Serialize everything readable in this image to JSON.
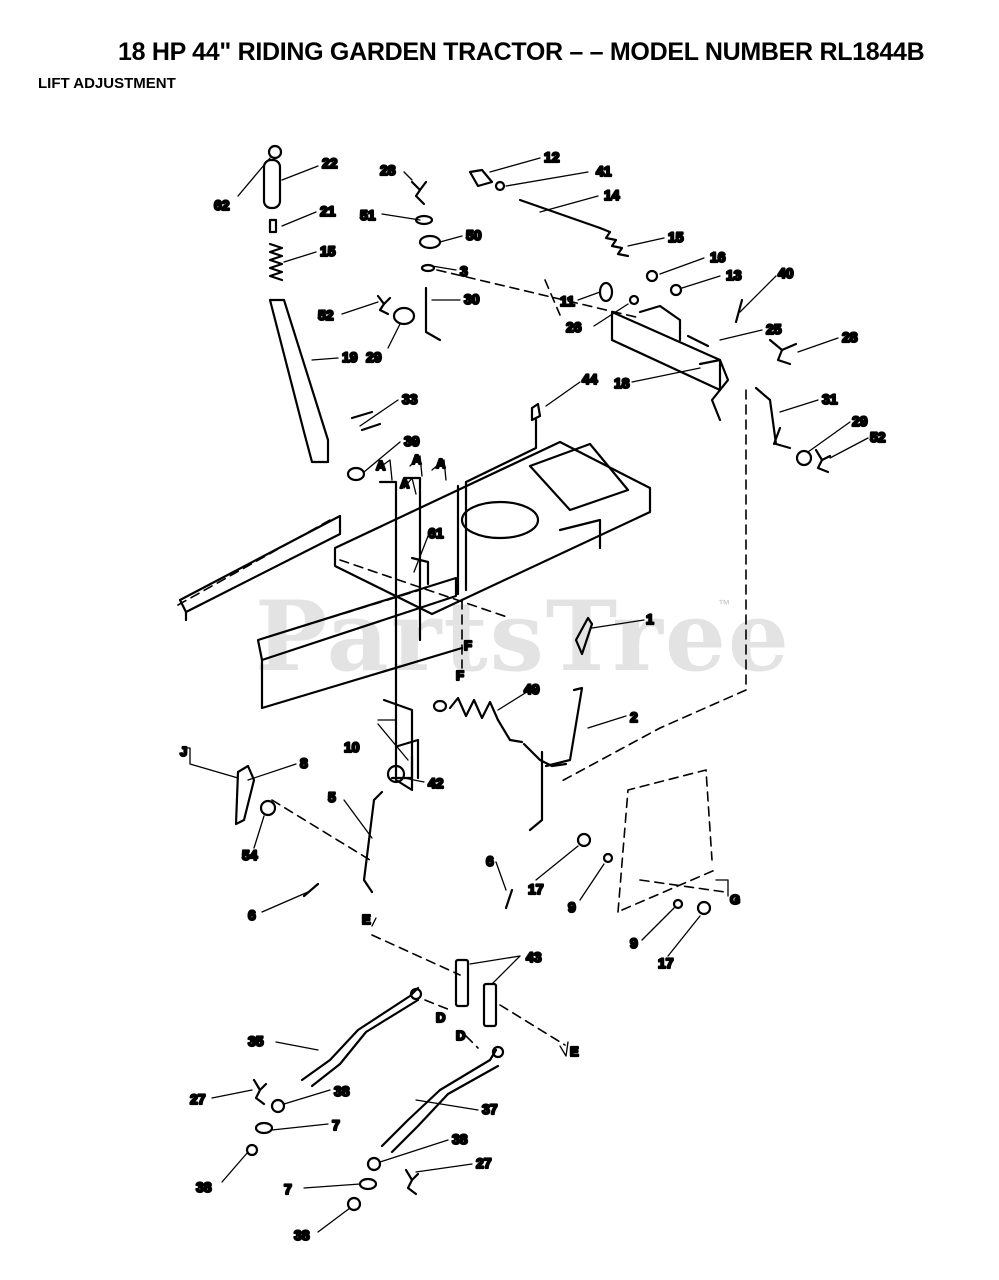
{
  "header": {
    "title": "18 HP 44\" RIDING GARDEN TRACTOR – – MODEL NUMBER RL1844B",
    "subtitle": "LIFT ADJUSTMENT"
  },
  "watermark": {
    "text": "PartsTree",
    "mark": "™"
  },
  "callouts": [
    "62",
    "22",
    "21",
    "15",
    "19",
    "52",
    "29",
    "28",
    "51",
    "50",
    "3",
    "30",
    "12",
    "41",
    "14",
    "15",
    "16",
    "13",
    "40",
    "11",
    "26",
    "25",
    "18",
    "28",
    "31",
    "29",
    "52",
    "44",
    "33",
    "39",
    "61",
    "1",
    "2",
    "49",
    "10",
    "8",
    "54",
    "5",
    "42",
    "6",
    "6",
    "17",
    "9",
    "9",
    "17",
    "43",
    "35",
    "27",
    "38",
    "7",
    "38",
    "7",
    "38",
    "37",
    "38",
    "27"
  ],
  "refs": [
    "A",
    "A",
    "A",
    "A",
    "F",
    "F",
    "J",
    "E",
    "D",
    "D",
    "E",
    "G"
  ]
}
